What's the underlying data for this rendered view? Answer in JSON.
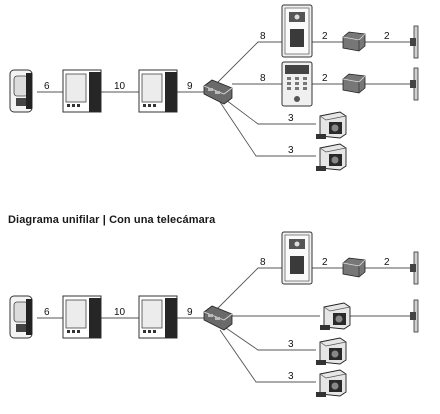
{
  "heading": {
    "title": "Diagrama unifilar",
    "separator": "|",
    "subtitle": "Con una telecámara"
  },
  "top_diagram": {
    "links": {
      "handset_to_monitor1": "6",
      "monitor1_to_monitor2": "10",
      "monitor2_to_distributor": "9",
      "distributor_to_panel1": "8",
      "distributor_to_panel2": "8",
      "panel1_to_powersupply1": "2",
      "powersupply1_to_lock1": "2",
      "panel2_to_powersupply2": "2",
      "distributor_to_camera1": "3",
      "distributor_to_camera2": "3"
    }
  },
  "bottom_diagram": {
    "links": {
      "handset_to_monitor1": "6",
      "monitor1_to_monitor2": "10",
      "monitor2_to_distributor": "9",
      "distributor_to_panel": "8",
      "panel_to_powersupply": "2",
      "powersupply_to_lock": "2",
      "distributor_to_camera1": "3",
      "distributor_to_camera2": "3"
    }
  }
}
